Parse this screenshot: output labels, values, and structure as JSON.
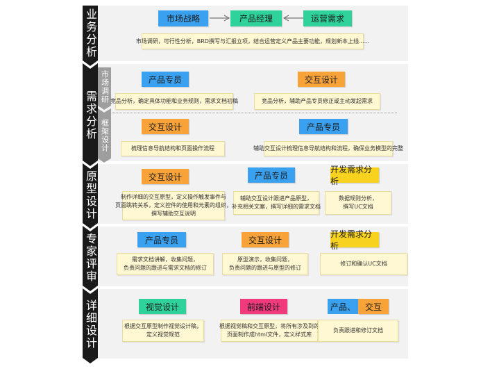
{
  "colors": {
    "orange": "#f7a33a",
    "blue": "#3aa1f0",
    "green": "#2ed29a",
    "yellow": "#f7d21e",
    "pink": "#f03a7c",
    "band": "#f2f2f2",
    "desc": "#fff8d2",
    "stage": "#1a1a1a",
    "sub": "#9e9e9e"
  },
  "stages": {
    "s1": "业务分析",
    "s2": "需求分析",
    "s3": "原型设计",
    "s4": "专家评审",
    "s5": "详细设计"
  },
  "sub": {
    "market": "市场调研",
    "frame": "框架设计"
  },
  "business": {
    "strategy": "市场战略",
    "pm": "产品经理",
    "ops": "运营需求",
    "desc": "市场调研，可行性分析，BRD撰写与汇报立项，结合运营定义产品主要功能，规划新本上线......"
  },
  "market": {
    "specialist": "产品专员",
    "specialist_desc": "竞品分析，确定具体功能和业务规则，需求文档初稿",
    "ixd": "交互设计",
    "ixd_desc": "竞品分析，辅助产品专员修正或主动发起需求"
  },
  "frame": {
    "ixd": "交互设计",
    "ixd_desc": "梳理信息导航结构和页面操作流程",
    "specialist": "产品专员",
    "specialist_desc": "辅助交互设计梳理信息导航结构和流程，确保业务模型的完整"
  },
  "proto": {
    "ixd": "交互设计",
    "ixd_desc": [
      "制作详细的交互原型，定义操作触发事件与",
      "页面跳转关系，定义控件的使用和元素的组织，",
      "撰写辅助交互说明"
    ],
    "specialist": "产品专员",
    "specialist_desc": [
      "辅助交互设计跟进产品原型，",
      "补充相关文案，撰写详细的需求文档"
    ],
    "dev": "开发需求分析",
    "dev_desc": [
      "数据规则分析，",
      "撰写UC文档"
    ]
  },
  "review": {
    "specialist": "产品专员",
    "specialist_desc": [
      "需求文档讲解，收集问题，",
      "负责问题的跟进与需求文档的修订"
    ],
    "ixd": "交互设计",
    "ixd_desc": [
      "原型演示，收集问题，",
      "负责问题的跟进与原型的修订"
    ],
    "dev": "开发需求分析",
    "dev_desc": "修订和确认UC文档"
  },
  "detail": {
    "visual": "视觉设计",
    "visual_desc": [
      "根据交互原型制作视觉设计稿，",
      "定义视觉规范"
    ],
    "fe": "前端设计",
    "fe_desc": [
      "根据视觉稿和交互原型，将所有涉及到的",
      "页面制作成html文件，定义样式库"
    ],
    "prod": "产品、",
    "ixd": "交互",
    "pi_desc": "负责跟进和修订文档"
  }
}
